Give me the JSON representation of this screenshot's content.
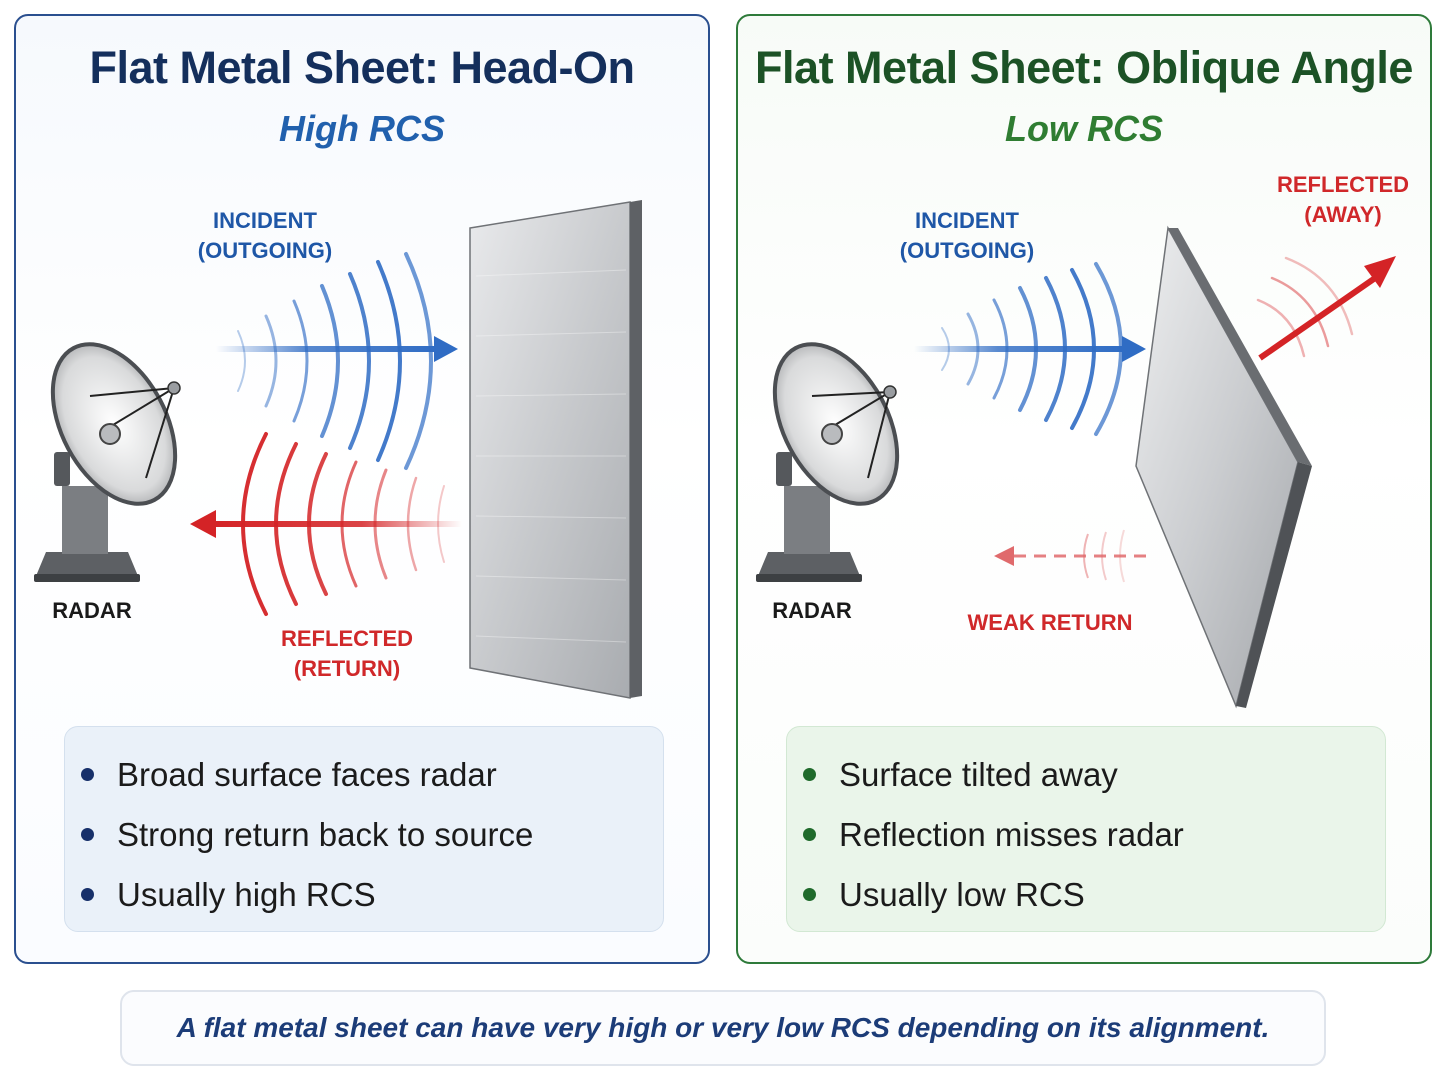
{
  "left_panel": {
    "title": "Flat Metal Sheet: Head-On",
    "subtitle": "High RCS",
    "incident_label": "INCIDENT\n(OUTGOING)",
    "reflected_label": "REFLECTED\n(RETURN)",
    "radar_label": "RADAR",
    "bullets": [
      "Broad surface faces radar",
      "Strong return back to source",
      "Usually high RCS"
    ]
  },
  "right_panel": {
    "title": "Flat Metal Sheet: Oblique Angle",
    "subtitle": "Low RCS",
    "incident_label": "INCIDENT\n(OUTGOING)",
    "reflected_label": "REFLECTED\n(AWAY)",
    "weak_return_label": "WEAK RETURN",
    "radar_label": "RADAR",
    "bullets": [
      "Surface tilted away",
      "Reflection misses radar",
      "Usually low RCS"
    ]
  },
  "footer": {
    "caption": "A flat metal sheet can have very high or very low RCS depending on its alignment."
  },
  "colors": {
    "incident_wave": "#2f6cc4",
    "reflected_wave": "#d42326",
    "left_border": "#2a4f8f",
    "right_border": "#2e7a3a"
  }
}
